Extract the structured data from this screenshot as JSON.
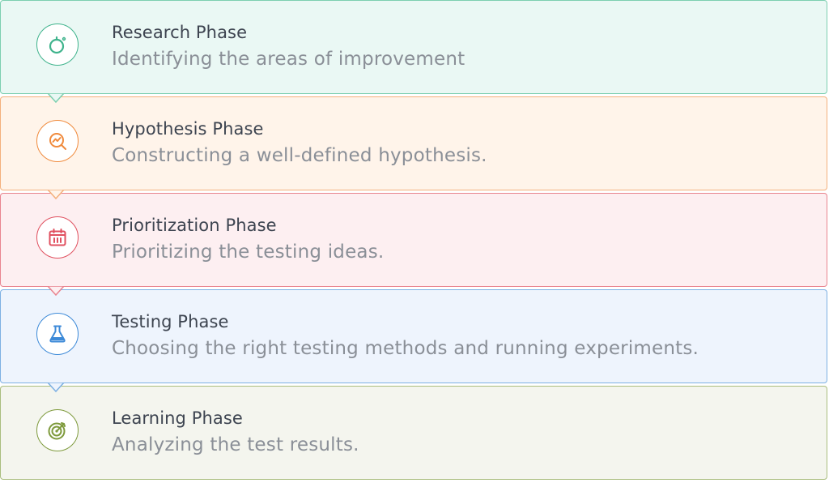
{
  "phases": [
    {
      "title": "Research Phase",
      "description": "Identifying the areas of improvement",
      "icon": "stopwatch-icon",
      "bg": "#eaf8f4",
      "border": "#7ccfb0",
      "accent": "#3fb38c"
    },
    {
      "title": "Hypothesis Phase",
      "description": "Constructing a well-defined hypothesis.",
      "icon": "magnifier-chart-icon",
      "bg": "#fff4ea",
      "border": "#f4b07c",
      "accent": "#f08a3c"
    },
    {
      "title": "Prioritization Phase",
      "description": "Prioritizing the testing ideas.",
      "icon": "calendar-icon",
      "bg": "#fdeff1",
      "border": "#e9848f",
      "accent": "#e0505f"
    },
    {
      "title": "Testing Phase",
      "description": "Choosing the right testing methods and running experiments.",
      "icon": "flask-icon",
      "bg": "#eef4fd",
      "border": "#7db0e3",
      "accent": "#3d8ad8"
    },
    {
      "title": "Learning Phase",
      "description": "Analyzing the test results.",
      "icon": "target-icon",
      "bg": "#f4f5ee",
      "border": "#a9bd7e",
      "accent": "#7e9a3c"
    }
  ]
}
